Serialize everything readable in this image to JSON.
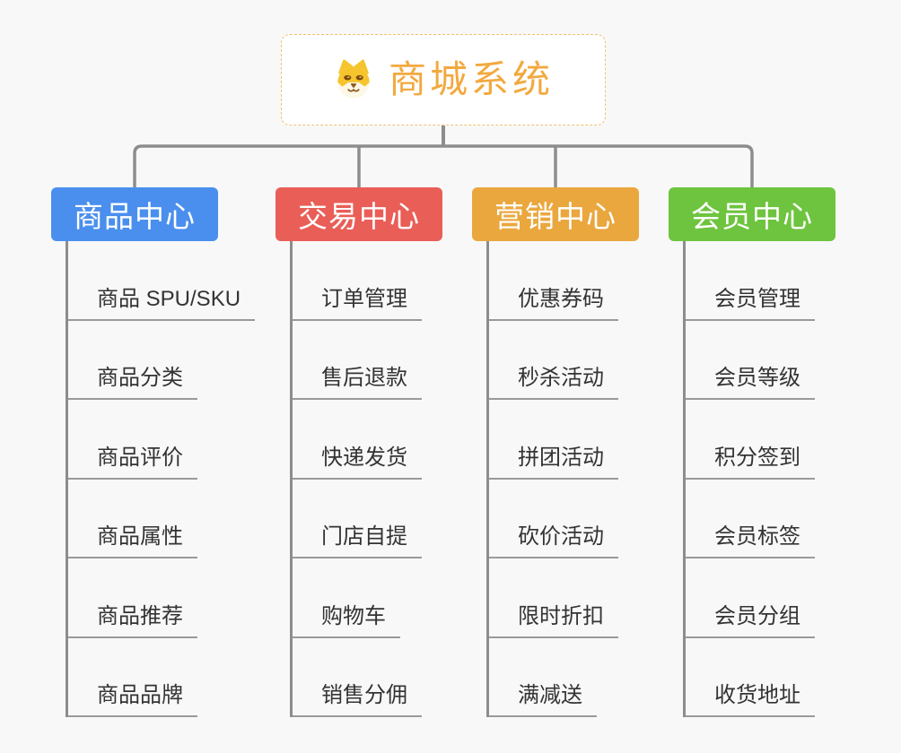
{
  "page": {
    "background": "#f8f8f8"
  },
  "root": {
    "title": "商城系统",
    "icon": "dog-mascot-icon",
    "text_color": "#f2a93f",
    "border_color": "#f1c075"
  },
  "connectors": {
    "color": "#8d8d8d",
    "underline_color": "#9a9a9a"
  },
  "branches": [
    {
      "label": "商品中心",
      "color": "#4a8fee",
      "items": [
        "商品 SPU/SKU",
        "商品分类",
        "商品评价",
        "商品属性",
        "商品推荐",
        "商品品牌"
      ]
    },
    {
      "label": "交易中心",
      "color": "#e95e57",
      "items": [
        "订单管理",
        "售后退款",
        "快递发货",
        "门店自提",
        "购物车",
        "销售分佣"
      ]
    },
    {
      "label": "营销中心",
      "color": "#eaa73e",
      "items": [
        "优惠券码",
        "秒杀活动",
        "拼团活动",
        "砍价活动",
        "限时折扣",
        "满减送"
      ]
    },
    {
      "label": "会员中心",
      "color": "#6ec43e",
      "items": [
        "会员管理",
        "会员等级",
        "积分签到",
        "会员标签",
        "会员分组",
        "收货地址"
      ]
    }
  ]
}
